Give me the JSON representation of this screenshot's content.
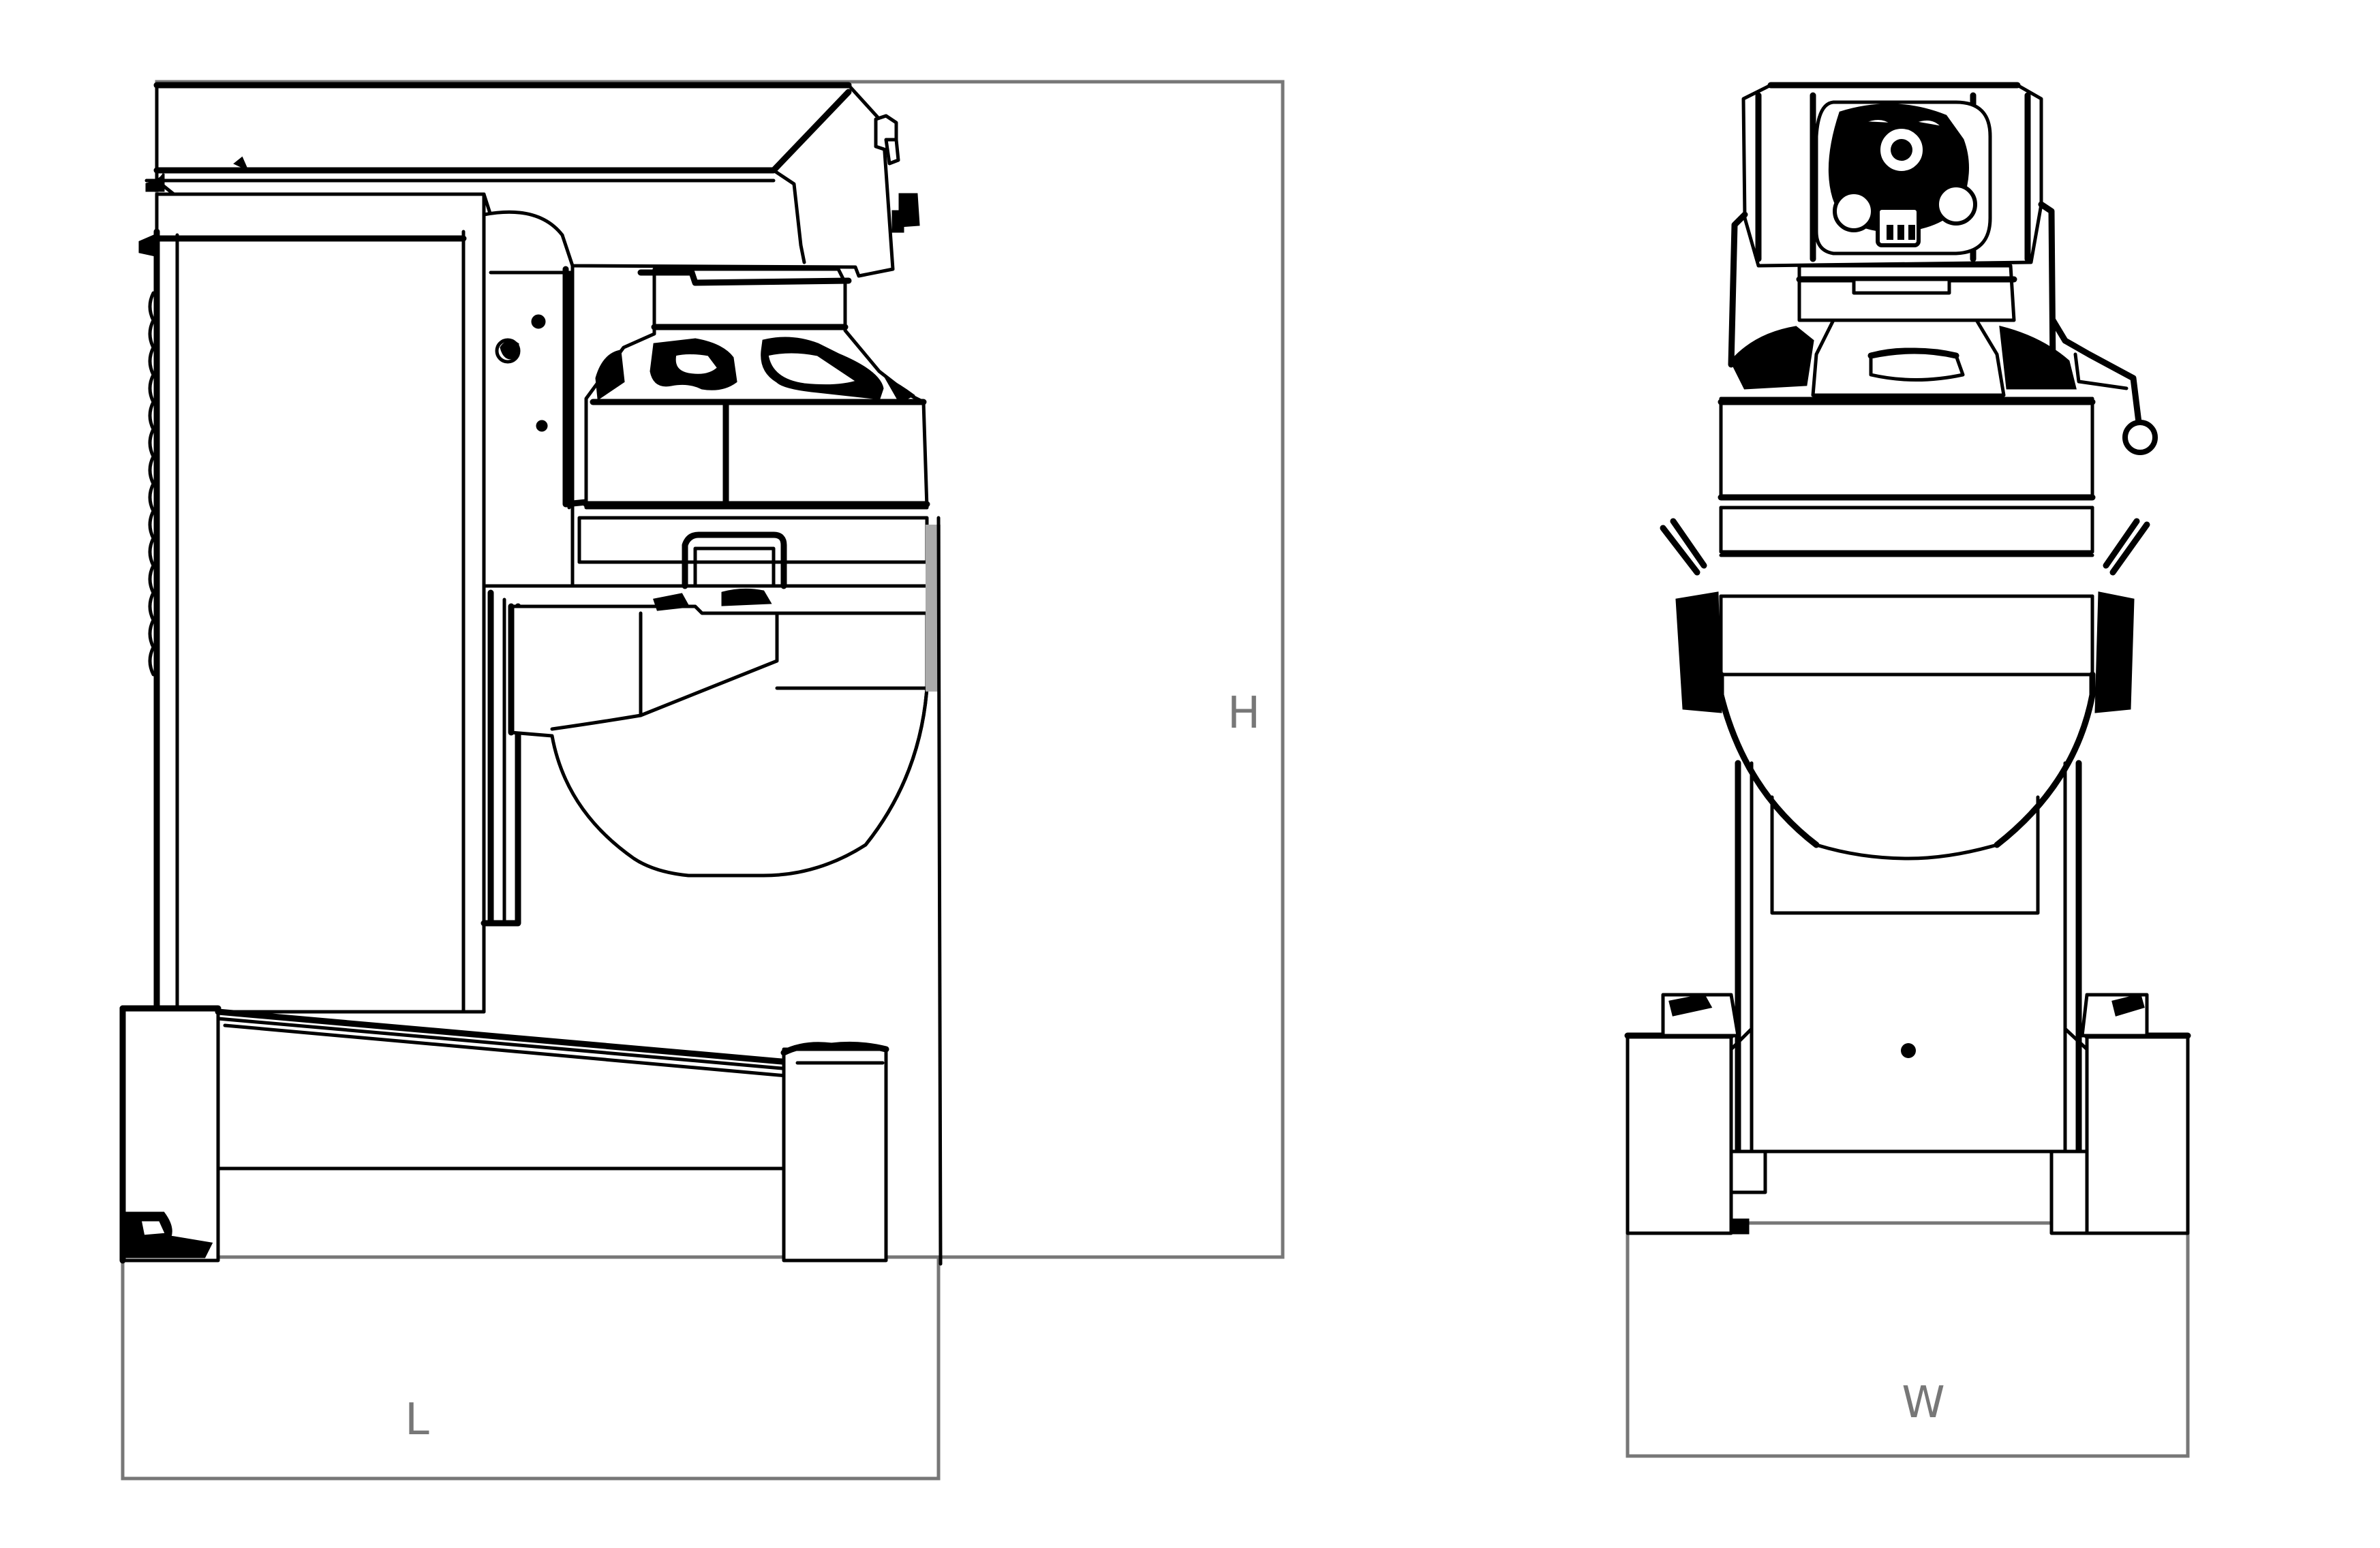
{
  "labels": {
    "length": "L",
    "height": "H",
    "width": "W"
  },
  "colors": {
    "outline": "#000000",
    "dimension_line": "#777777",
    "accent_strip": "#aaaaaa",
    "background": "#ffffff"
  }
}
